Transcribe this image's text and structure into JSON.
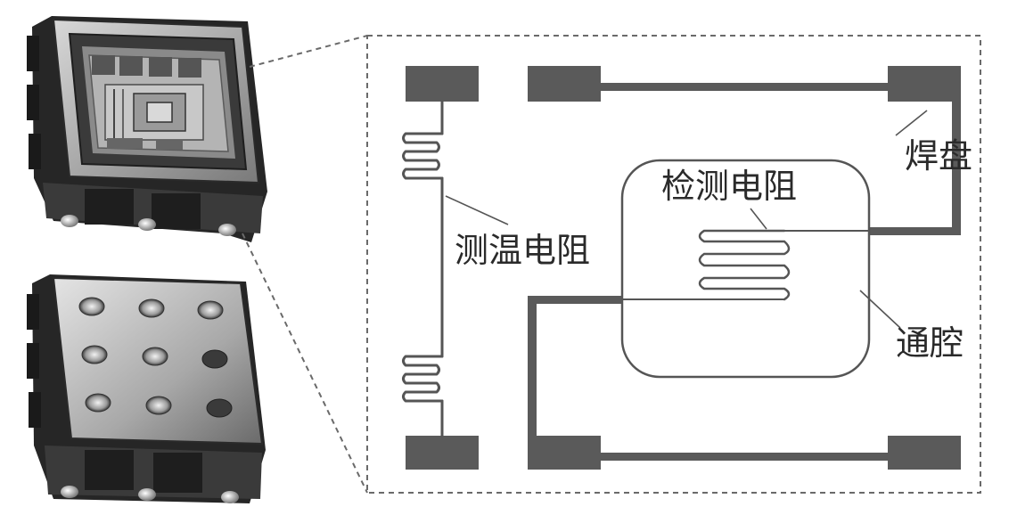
{
  "labels": {
    "pad": "焊盘",
    "detect_resistor": "检测电阻",
    "temp_resistor": "测温电阻",
    "cavity": "通腔"
  },
  "colors": {
    "trace": "#5a5a5a",
    "outline": "#555555",
    "dashed": "#6a6a6a",
    "package_dark": "#2b2b2b",
    "package_mid": "#6f6f6f",
    "package_light": "#c9c9c9"
  }
}
